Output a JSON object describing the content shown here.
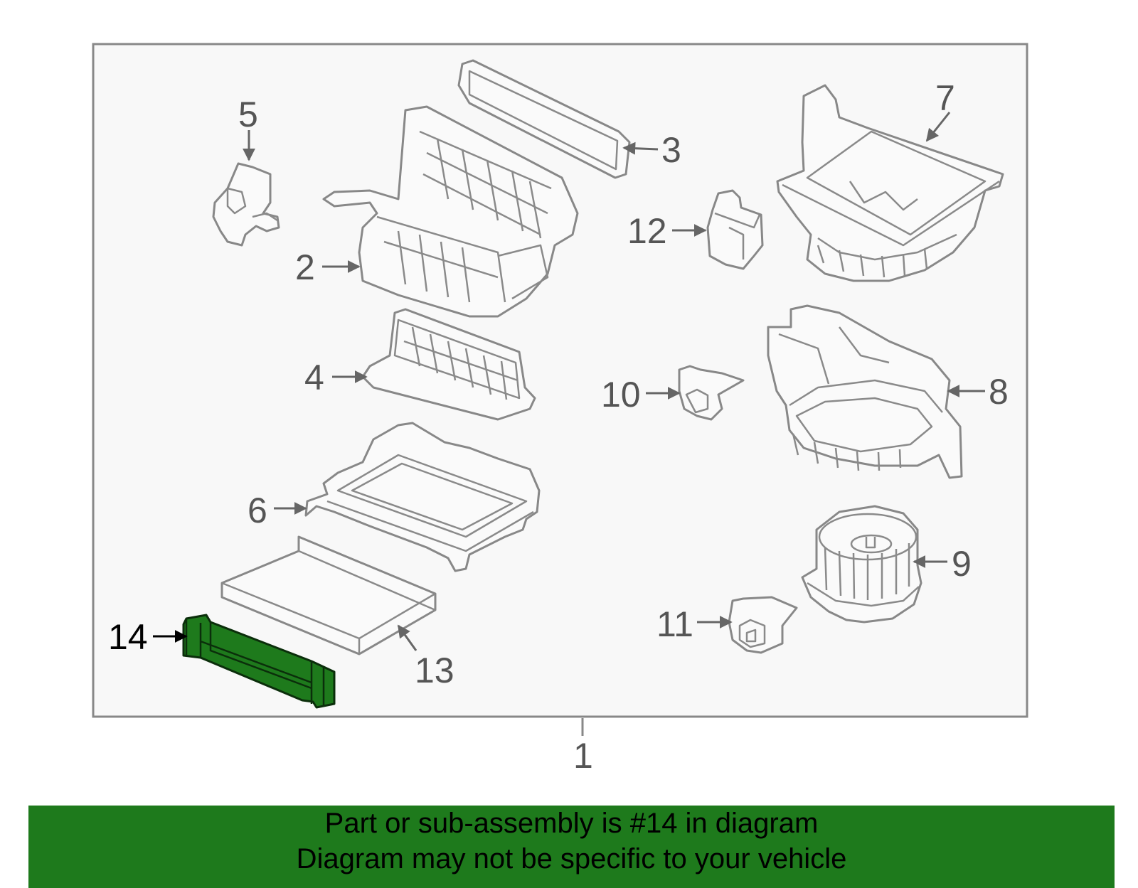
{
  "callouts": {
    "c1": "1",
    "c2": "2",
    "c3": "3",
    "c4": "4",
    "c5": "5",
    "c6": "6",
    "c7": "7",
    "c8": "8",
    "c9": "9",
    "c10": "10",
    "c11": "11",
    "c12": "12",
    "c13": "13",
    "c14": "14"
  },
  "highlight": {
    "part": "14",
    "color": "#1e7a1c"
  },
  "banner": {
    "line1": "Part or sub-assembly is #14 in diagram",
    "line2": "Diagram may not be specific to your vehicle"
  }
}
